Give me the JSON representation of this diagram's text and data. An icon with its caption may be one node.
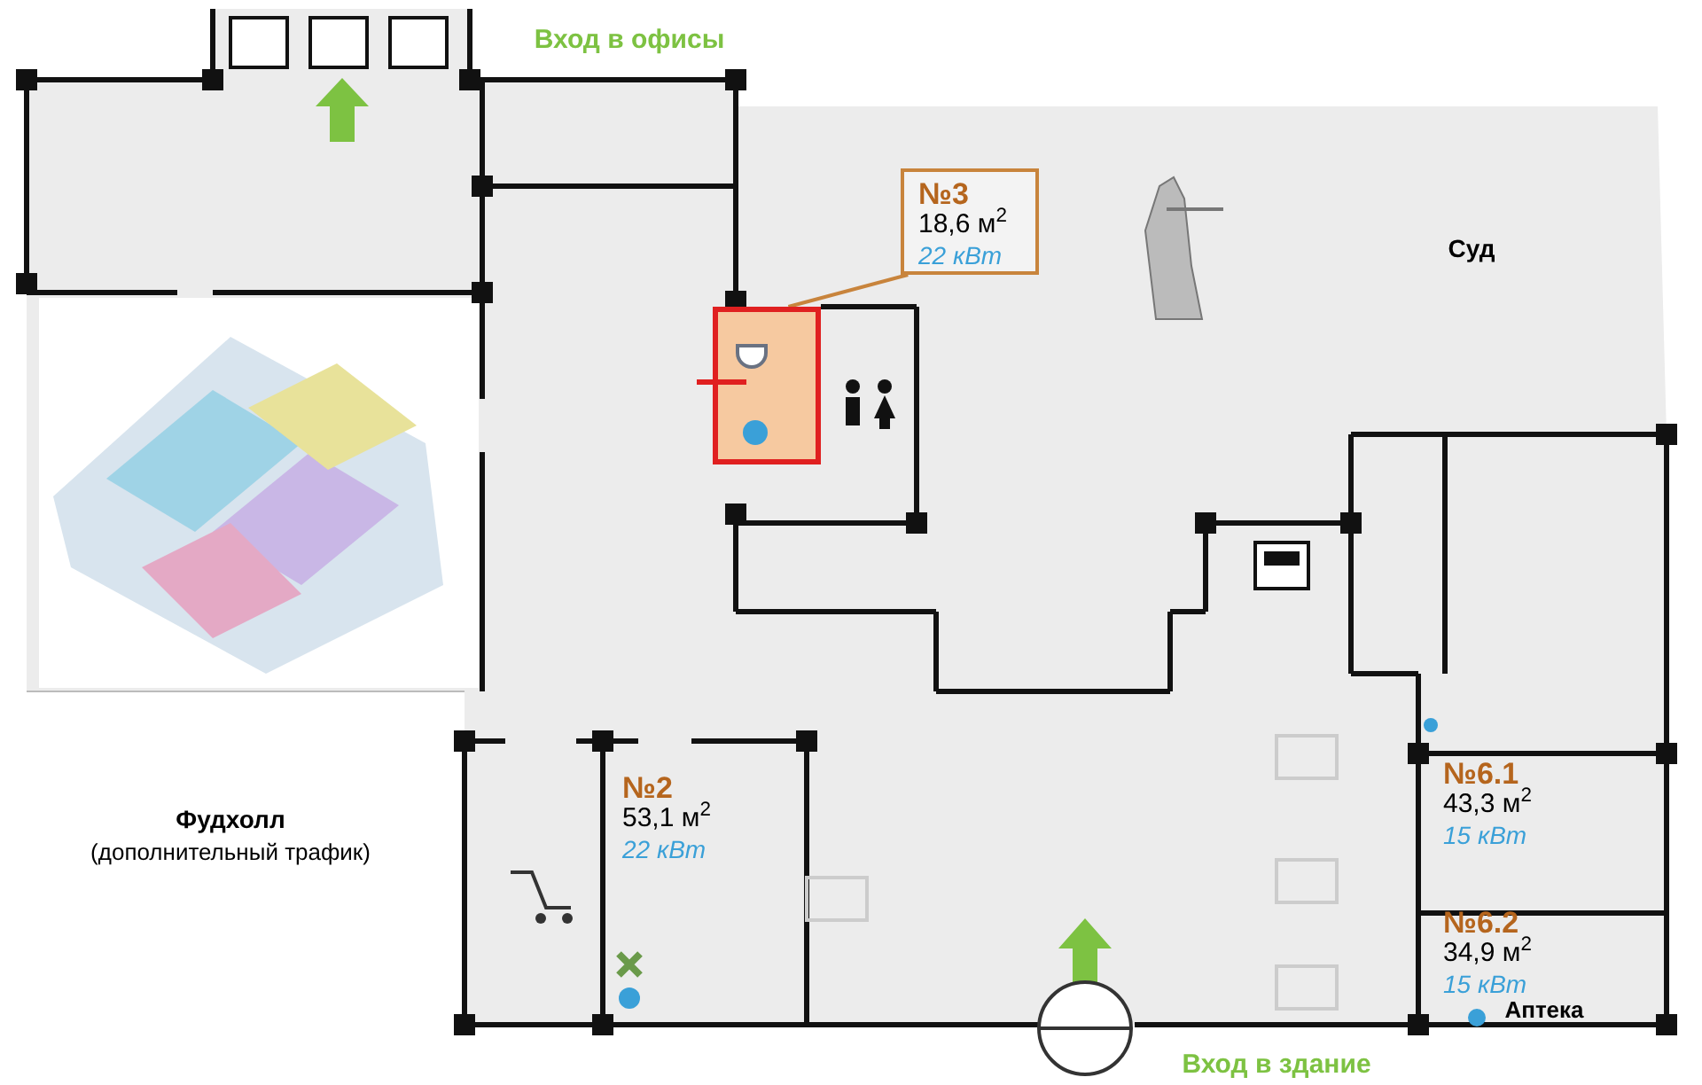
{
  "diagram": {
    "nodes": [
      {
        "text": [
          "№3",
          "18,6 м$^{2}$",
          "22 кВт"
        ]
      },
      {
        "text": [],
        "shape": "box"
      },
      {
        "text": [
          "№2",
          "53,1 м$^{2}$",
          "22 кВт"
        ]
      },
      {
        "text": [
          "№6.1",
          "43,3 м$^{2}$",
          "15 кВт"
        ]
      },
      {
        "text": [
          "№6.2",
          "34,9 м$^{2}$",
          "15 кВт",
          "Аптека"
        ]
      },
      {
        "text": [
          "Фудхолл",
          "(дополнительный трафик)"
        ]
      }
    ],
    "edges": [
      {
        "from": 0,
        "to": 1,
        "arrow": "none"
      }
    ],
    "labels": [
      "Вход в офисы",
      "Суд",
      "Вход в здание"
    ]
  }
}
